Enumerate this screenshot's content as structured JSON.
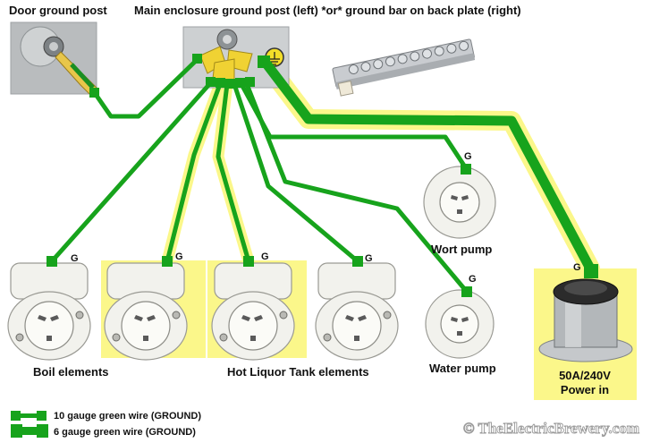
{
  "labels": {
    "door_ground": "Door ground post",
    "main_enclosure": "Main enclosure ground post (left) *or* ground bar on back plate (right)",
    "boil_elements": "Boil elements",
    "hlt_elements": "Hot Liquor Tank elements",
    "wort_pump": "Wort pump",
    "water_pump": "Water pump",
    "power_in_line1": "50A/240V",
    "power_in_line2": "Power in",
    "terminal_g": "G"
  },
  "legend": {
    "wire_10": "10 gauge green wire (GROUND)",
    "wire_6": "6 gauge green wire (GROUND)"
  },
  "watermark": "© TheElectricBrewery.com",
  "colors": {
    "wire": "#17a31c",
    "highlight": "#fbf78a"
  }
}
